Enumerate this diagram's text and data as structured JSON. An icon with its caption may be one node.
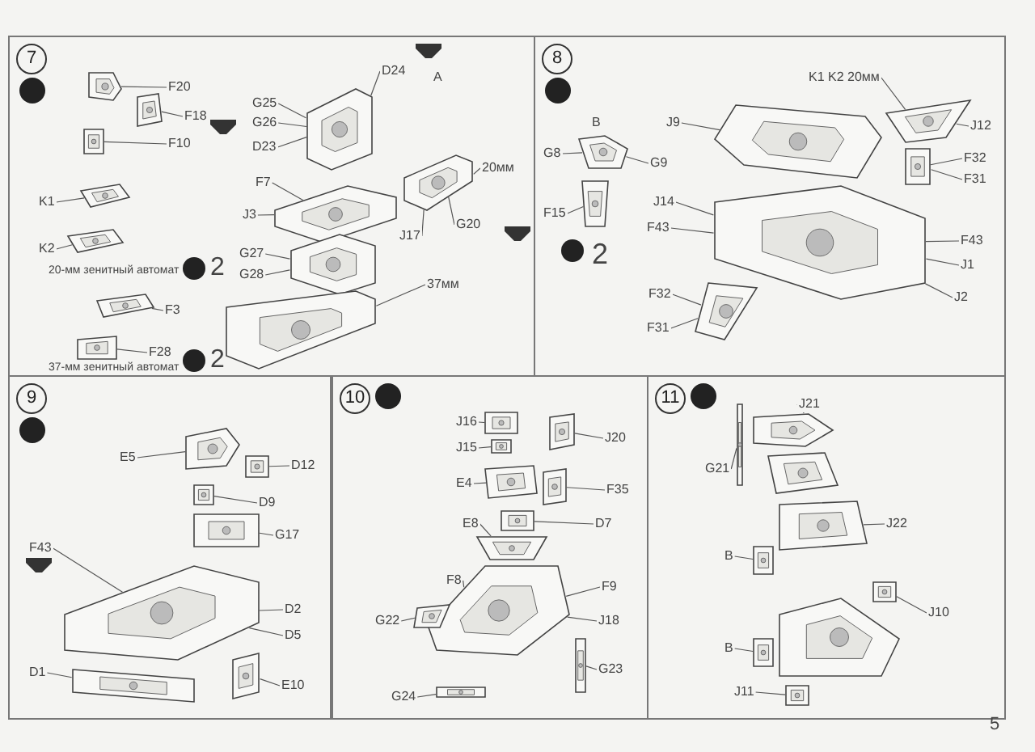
{
  "diagram": {
    "nodes": [
      {
        "text": [
          "7"
        ]
      },
      {
        "text": [
          "F20"
        ],
        "in": 0
      },
      {
        "text": [
          "F18"
        ],
        "in": 0
      },
      {
        "text": [
          "F10"
        ],
        "in": 0
      },
      {
        "text": [
          "K1"
        ],
        "in": 0
      },
      {
        "text": [
          "K2"
        ],
        "in": 0
      },
      {
        "text": [
          "F3"
        ],
        "in": 0
      },
      {
        "text": [
          "F28"
        ],
        "in": 0
      },
      {
        "text": [
          "D24"
        ],
        "in": 0
      },
      {
        "text": [
          "G25"
        ],
        "in": 0
      },
      {
        "text": [
          "G26"
        ],
        "in": 0
      },
      {
        "text": [
          "D23"
        ],
        "in": 0
      },
      {
        "text": [
          "F7"
        ],
        "in": 0
      },
      {
        "text": [
          "J3"
        ],
        "in": 0
      },
      {
        "text": [
          "G27"
        ],
        "in": 0
      },
      {
        "text": [
          "G28"
        ],
        "in": 0
      },
      {
        "text": [
          "J17"
        ],
        "in": 0
      },
      {
        "text": [
          "G20"
        ],
        "in": 0
      },
      {
        "text": [
          "20мм"
        ],
        "in": 0
      },
      {
        "text": [
          "37мм"
        ],
        "in": 0
      },
      {
        "text": [
          "8"
        ]
      },
      {
        "text": [
          "K1 K2 20мм"
        ],
        "in": 20
      },
      {
        "text": [
          "J9"
        ],
        "in": 20
      },
      {
        "text": [
          "J12"
        ],
        "in": 20
      },
      {
        "text": [
          "F32"
        ],
        "in": 20
      },
      {
        "text": [
          "F31"
        ],
        "in": 20
      },
      {
        "text": [
          "J14"
        ],
        "in": 20
      },
      {
        "text": [
          "F43"
        ],
        "in": 20
      },
      {
        "text": [
          "F43"
        ],
        "in": 20
      },
      {
        "text": [
          "J1"
        ],
        "in": 20
      },
      {
        "text": [
          "J2"
        ],
        "in": 20
      },
      {
        "text": [
          "F32"
        ],
        "in": 20
      },
      {
        "text": [
          "F31"
        ],
        "in": 20
      },
      {
        "text": [
          "G8"
        ],
        "in": 20
      },
      {
        "text": [
          "G9"
        ],
        "in": 20
      },
      {
        "text": [
          "F15"
        ],
        "in": 20
      },
      {
        "text": [
          "9"
        ]
      },
      {
        "text": [
          "E5"
        ],
        "in": 36
      },
      {
        "text": [
          "D12"
        ],
        "in": 36
      },
      {
        "text": [
          "D9"
        ],
        "in": 36
      },
      {
        "text": [
          "G17"
        ],
        "in": 36
      },
      {
        "text": [
          "F43"
        ],
        "in": 36
      },
      {
        "text": [
          "D2"
        ],
        "in": 36
      },
      {
        "text": [
          "D5"
        ],
        "in": 36
      },
      {
        "text": [
          "D1"
        ],
        "in": 36
      },
      {
        "text": [
          "E10"
        ],
        "in": 36
      },
      {
        "text": [
          "10"
        ]
      },
      {
        "text": [
          "J16"
        ],
        "in": 46
      },
      {
        "text": [
          "J15"
        ],
        "in": 46
      },
      {
        "text": [
          "E4"
        ],
        "in": 46
      },
      {
        "text": [
          "J20"
        ],
        "in": 46
      },
      {
        "text": [
          "F35"
        ],
        "in": 46
      },
      {
        "text": [
          "D7"
        ],
        "in": 46
      },
      {
        "text": [
          "E8"
        ],
        "in": 46
      },
      {
        "text": [
          "F8"
        ],
        "in": 46
      },
      {
        "text": [
          "F9"
        ],
        "in": 46
      },
      {
        "text": [
          "G22"
        ],
        "in": 46
      },
      {
        "text": [
          "J18"
        ],
        "in": 46
      },
      {
        "text": [
          "G23"
        ],
        "in": 46
      },
      {
        "text": [
          "G24"
        ],
        "in": 46
      },
      {
        "text": [
          "11"
        ]
      },
      {
        "text": [
          "J21"
        ],
        "in": 60
      },
      {
        "text": [
          "G21"
        ],
        "in": 60
      },
      {
        "text": [
          "J22"
        ],
        "in": 60
      },
      {
        "text": [
          "B"
        ],
        "in": 60
      },
      {
        "text": [
          "J10"
        ],
        "in": 60
      },
      {
        "text": [
          "B"
        ],
        "in": 60
      },
      {
        "text": [
          "J11"
        ],
        "in": 60
      },
      {
        "text": [],
        "shape": "picture",
        "in": 0
      },
      {
        "text": [],
        "shape": "picture",
        "in": 0
      },
      {
        "text": [],
        "shape": "picture",
        "in": 0
      },
      {
        "text": [],
        "shape": "picture",
        "in": 0
      },
      {
        "text": [],
        "shape": "picture",
        "in": 0
      },
      {
        "text": [],
        "shape": "picture",
        "in": 0
      },
      {
        "text": [],
        "shape": "picture",
        "in": 0
      },
      {
        "text": [],
        "shape": "picture",
        "in": 0
      },
      {
        "text": [],
        "shape": "picture",
        "in": 0
      },
      {
        "text": [],
        "shape": "picture",
        "in": 0
      },
      {
        "text": [],
        "shape": "picture",
        "in": 0
      },
      {
        "text": [],
        "shape": "picture",
        "in": 0
      },
      {
        "text": [],
        "shape": "picture",
        "in": 20
      },
      {
        "text": [],
        "shape": "picture",
        "in": 20
      },
      {
        "text": [],
        "shape": "picture",
        "in": 20
      },
      {
        "text": [],
        "shape": "picture",
        "in": 20
      },
      {
        "text": [],
        "shape": "picture",
        "in": 20
      },
      {
        "text": [],
        "shape": "picture",
        "in": 20
      },
      {
        "text": [],
        "shape": "picture",
        "in": 20
      },
      {
        "text": [],
        "shape": "picture",
        "in": 36
      },
      {
        "text": [],
        "shape": "picture",
        "in": 36
      },
      {
        "text": [],
        "shape": "picture",
        "in": 36
      },
      {
        "text": [],
        "shape": "picture",
        "in": 36
      },
      {
        "text": [],
        "shape": "picture",
        "in": 36
      },
      {
        "text": [],
        "shape": "picture",
        "in": 36
      },
      {
        "text": [],
        "shape": "picture",
        "in": 36
      },
      {
        "text": [],
        "shape": "picture",
        "in": 46
      },
      {
        "text": [],
        "shape": "picture",
        "in": 46
      },
      {
        "text": [],
        "shape": "picture",
        "in": 46
      },
      {
        "text": [],
        "shape": "picture",
        "in": 46
      },
      {
        "text": [],
        "shape": "picture",
        "in": 46
      },
      {
        "text": [],
        "shape": "picture",
        "in": 46
      },
      {
        "text": [],
        "shape": "picture",
        "in": 46
      },
      {
        "text": [],
        "shape": "picture",
        "in": 46
      },
      {
        "text": [],
        "shape": "picture",
        "in": 46
      },
      {
        "text": [],
        "shape": "picture",
        "in": 46
      },
      {
        "text": [],
        "shape": "picture",
        "in": 46
      },
      {
        "text": [],
        "shape": "picture",
        "in": 60
      },
      {
        "text": [],
        "shape": "picture",
        "in": 60
      },
      {
        "text": [],
        "shape": "picture",
        "in": 60
      },
      {
        "text": [],
        "shape": "picture",
        "in": 60
      },
      {
        "text": [],
        "shape": "picture",
        "in": 60
      },
      {
        "text": [],
        "shape": "picture",
        "in": 60
      },
      {
        "text": [],
        "shape": "picture",
        "in": 60
      },
      {
        "text": [],
        "shape": "picture",
        "in": 60
      },
      {
        "text": [],
        "shape": "picture",
        "in": 60
      }
    ],
    "edges": [
      {
        "from": 1,
        "to": 68,
        "arrow": "none"
      },
      {
        "from": 2,
        "to": 69,
        "arrow": "none"
      },
      {
        "from": 3,
        "to": 70,
        "arrow": "none"
      },
      {
        "from": 4,
        "to": 71,
        "arrow": "none"
      },
      {
        "from": 5,
        "to": 72,
        "arrow": "none"
      },
      {
        "from": 6,
        "to": 73,
        "arrow": "none"
      },
      {
        "from": 7,
        "to": 74,
        "arrow": "none"
      },
      {
        "from": 8,
        "to": 75,
        "arrow": "none"
      },
      {
        "from": 9,
        "to": 75,
        "arrow": "none"
      },
      {
        "from": 10,
        "to": 75,
        "arrow": "none"
      },
      {
        "from": 11,
        "to": 75,
        "arrow": "none"
      },
      {
        "from": 12,
        "to": 76,
        "arrow": "none"
      },
      {
        "from": 13,
        "to": 76,
        "arrow": "none"
      },
      {
        "from": 14,
        "to": 77,
        "arrow": "none"
      },
      {
        "from": 15,
        "to": 77,
        "arrow": "none"
      },
      {
        "from": 16,
        "to": 79,
        "arrow": "none"
      },
      {
        "from": 17,
        "to": 79,
        "arrow": "none"
      },
      {
        "from": 18,
        "to": 79,
        "arrow": "none"
      },
      {
        "from": 19,
        "to": 78,
        "arrow": "none"
      },
      {
        "from": 21,
        "to": 81,
        "arrow": "none"
      },
      {
        "from": 22,
        "to": 80,
        "arrow": "none"
      },
      {
        "from": 23,
        "to": 81,
        "arrow": "none"
      },
      {
        "from": 24,
        "to": 82,
        "arrow": "none"
      },
      {
        "from": 25,
        "to": 82,
        "arrow": "none"
      },
      {
        "from": 26,
        "to": 83,
        "arrow": "none"
      },
      {
        "from": 27,
        "to": 83,
        "arrow": "none"
      },
      {
        "from": 28,
        "to": 83,
        "arrow": "none"
      },
      {
        "from": 29,
        "to": 83,
        "arrow": "none"
      },
      {
        "from": 30,
        "to": 83,
        "arrow": "none"
      },
      {
        "from": 31,
        "to": 84,
        "arrow": "none"
      },
      {
        "from": 32,
        "to": 84,
        "arrow": "none"
      },
      {
        "from": 33,
        "to": 85,
        "arrow": "none"
      },
      {
        "from": 34,
        "to": 85,
        "arrow": "none"
      },
      {
        "from": 35,
        "to": 86,
        "arrow": "none"
      },
      {
        "from": 37,
        "to": 87,
        "arrow": "none"
      },
      {
        "from": 38,
        "to": 88,
        "arrow": "none"
      },
      {
        "from": 39,
        "to": 89,
        "arrow": "none"
      },
      {
        "from": 40,
        "to": 90,
        "arrow": "none"
      },
      {
        "from": 41,
        "to": 91,
        "arrow": "none"
      },
      {
        "from": 42,
        "to": 91,
        "arrow": "none"
      },
      {
        "from": 43,
        "to": 91,
        "arrow": "none"
      },
      {
        "from": 44,
        "to": 92,
        "arrow": "none"
      },
      {
        "from": 45,
        "to": 93,
        "arrow": "none"
      },
      {
        "from": 47,
        "to": 94,
        "arrow": "none"
      },
      {
        "from": 48,
        "to": 95,
        "arrow": "none"
      },
      {
        "from": 49,
        "to": 96,
        "arrow": "none"
      },
      {
        "from": 50,
        "to": 97,
        "arrow": "none"
      },
      {
        "from": 51,
        "to": 98,
        "arrow": "none"
      },
      {
        "from": 52,
        "to": 99,
        "arrow": "none"
      },
      {
        "from": 53,
        "to": 100,
        "arrow": "none"
      },
      {
        "from": 54,
        "to": 101,
        "arrow": "none"
      },
      {
        "from": 55,
        "to": 101,
        "arrow": "none"
      },
      {
        "from": 56,
        "to": 102,
        "arrow": "none"
      },
      {
        "from": 57,
        "to": 101,
        "arrow": "none"
      },
      {
        "from": 58,
        "to": 103,
        "arrow": "none"
      },
      {
        "from": 59,
        "to": 104,
        "arrow": "none"
      },
      {
        "from": 61,
        "to": 105,
        "arrow": "none"
      },
      {
        "from": 62,
        "to": 106,
        "arrow": "none"
      },
      {
        "from": 63,
        "to": 108,
        "arrow": "none"
      },
      {
        "from": 64,
        "to": 109,
        "arrow": "none"
      },
      {
        "from": 65,
        "to": 111,
        "arrow": "none"
      },
      {
        "from": 66,
        "to": 112,
        "arrow": "none"
      },
      {
        "from": 67,
        "to": 113,
        "arrow": "none"
      }
    ],
    "labels": [
      "A",
      "20-мм зенитный автомат",
      "2",
      "37-мм зенитный автомат",
      "2",
      "B",
      "2",
      "5"
    ]
  }
}
